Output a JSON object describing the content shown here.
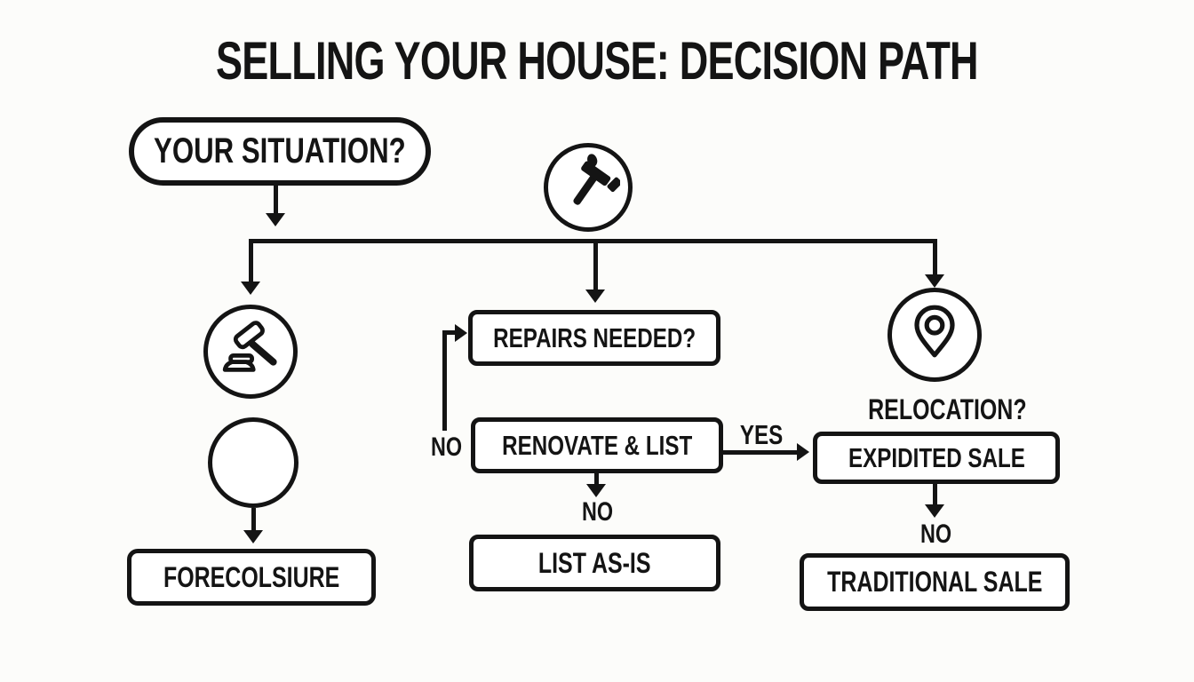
{
  "title": "SELLING YOUR HOUSE: DECISION PATH",
  "colors": {
    "ink": "#141414",
    "background": "#fcfcfa",
    "node_fill": "#ffffff"
  },
  "start": {
    "label": "YOUR SITUATION?"
  },
  "icons": {
    "top": "hammer-icon",
    "left": "gavel-icon",
    "right": "location-pin-icon"
  },
  "left_branch": {
    "result": "FORECOLSIURE"
  },
  "middle_branch": {
    "question": "REPAIRS NEEDED?",
    "loop_label": "NO",
    "action": "RENOVATE & LIST",
    "yes_label": "YES",
    "no_label": "NO",
    "result": "LIST AS-IS"
  },
  "right_branch": {
    "question": "RELOCATION?",
    "action": "EXPIDITED SALE",
    "no_label": "NO",
    "result": "TRADITIONAL SALE"
  }
}
